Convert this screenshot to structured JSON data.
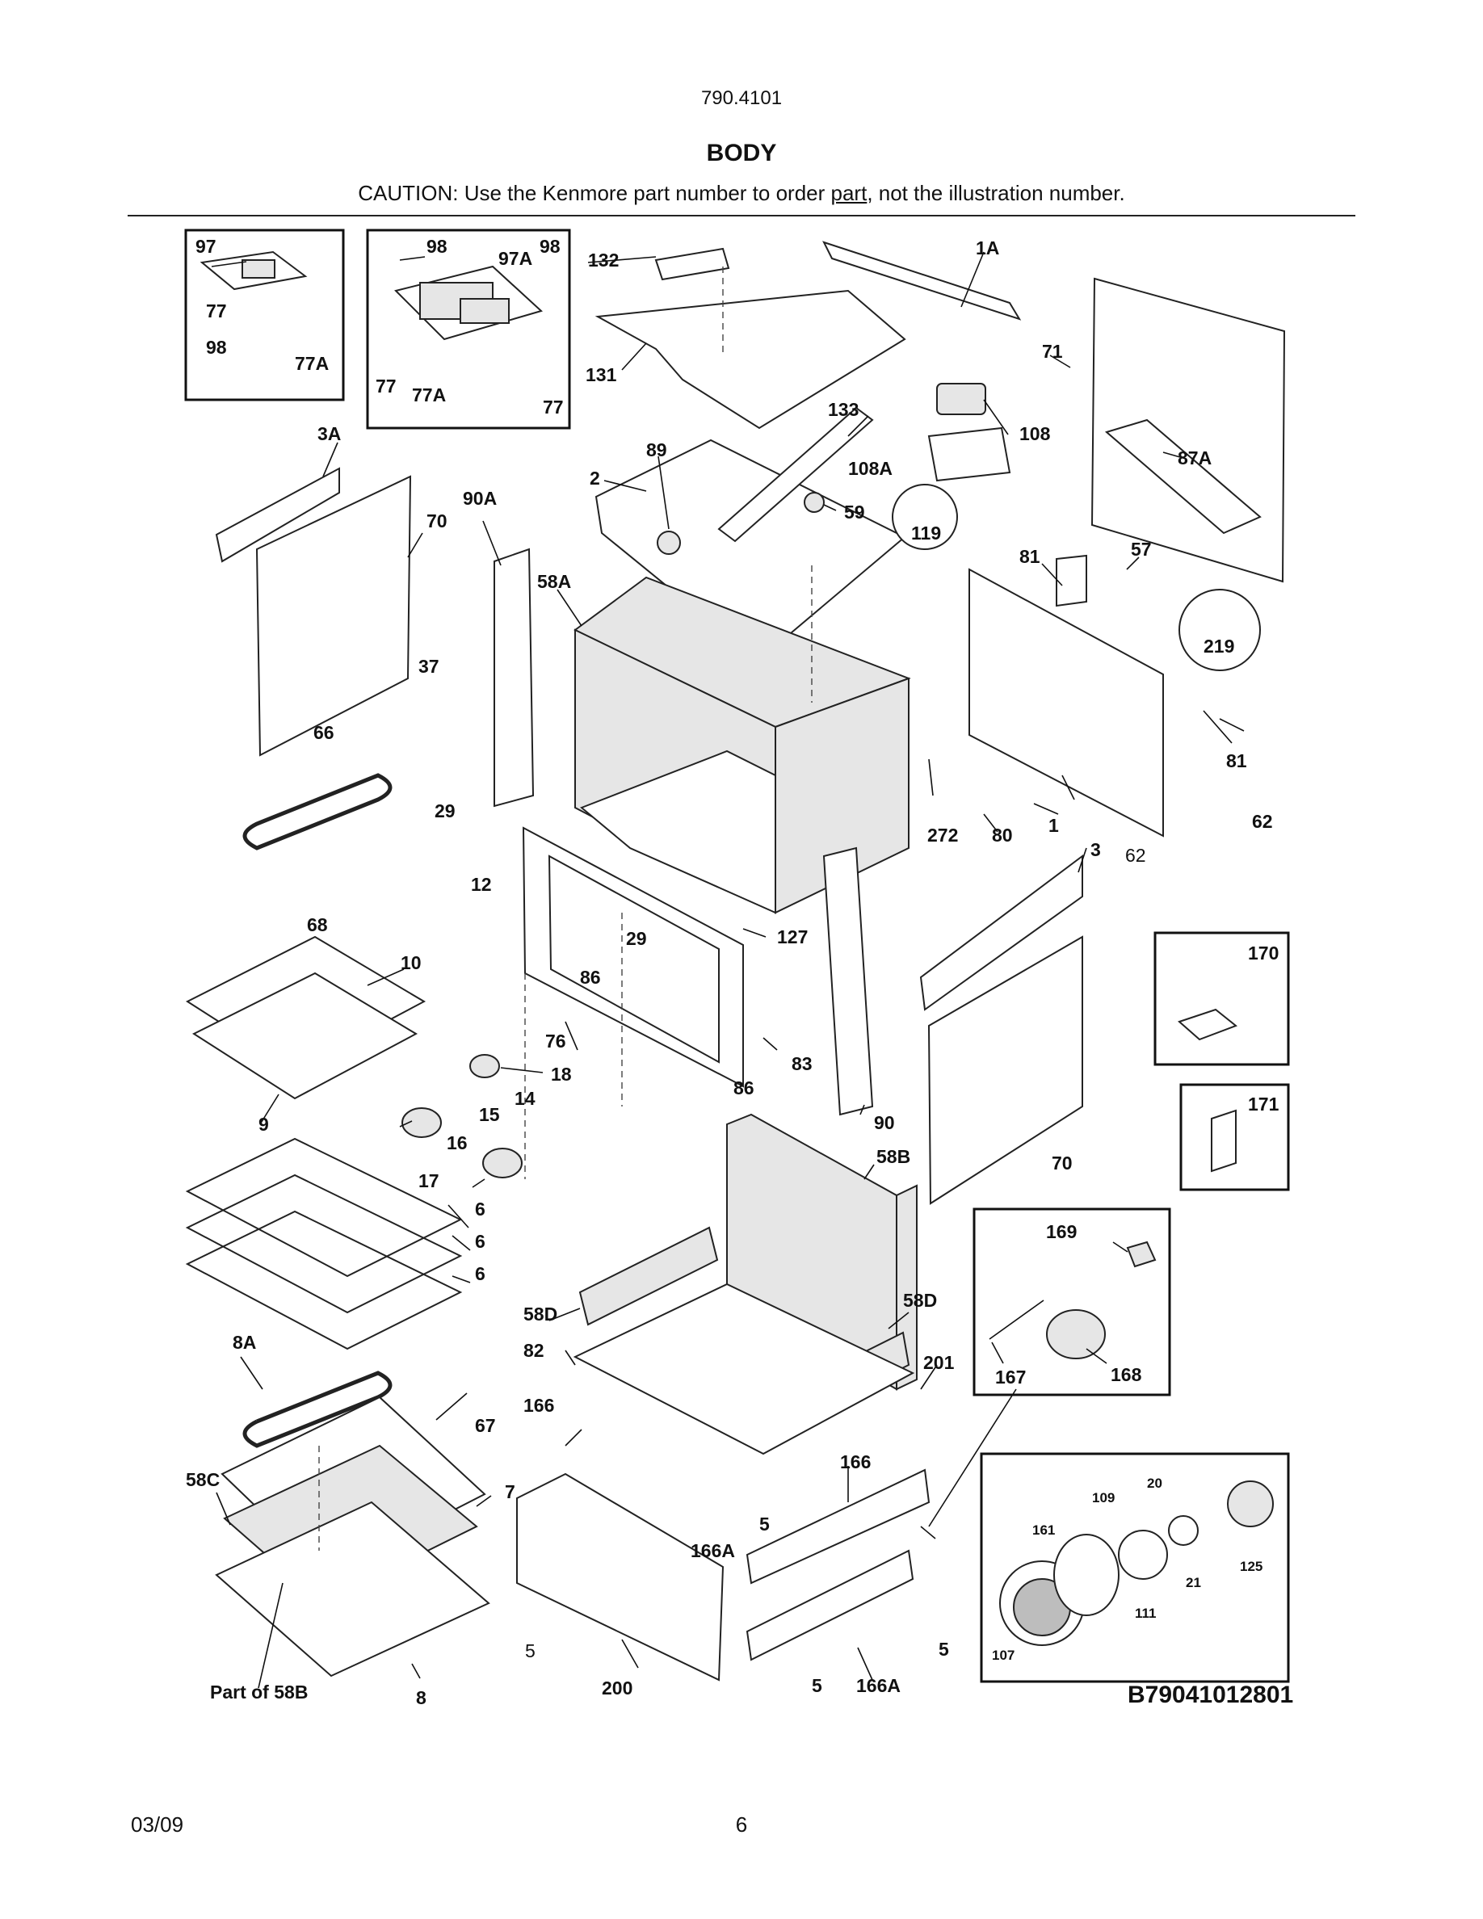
{
  "header": {
    "model": "790.4101",
    "title": "BODY",
    "caution_before": "CAUTION: Use the Kenmore part number to order ",
    "caution_underlined": "part",
    "caution_after": ", not the illustration number."
  },
  "footer": {
    "date": "03/09",
    "page": "6"
  },
  "diagram_code": "B79041012801",
  "callouts": [
    {
      "id": "c97",
      "text": "97"
    },
    {
      "id": "c77",
      "text": "77"
    },
    {
      "id": "c98a",
      "text": "98"
    },
    {
      "id": "c77a1",
      "text": "77A"
    },
    {
      "id": "c98b",
      "text": "98"
    },
    {
      "id": "c97a",
      "text": "97A"
    },
    {
      "id": "c98c",
      "text": "98"
    },
    {
      "id": "c77b",
      "text": "77"
    },
    {
      "id": "c77a2",
      "text": "77A"
    },
    {
      "id": "c77c",
      "text": "77"
    },
    {
      "id": "c132",
      "text": "132"
    },
    {
      "id": "c131",
      "text": "131"
    },
    {
      "id": "c1a",
      "text": "1A"
    },
    {
      "id": "c71",
      "text": "71"
    },
    {
      "id": "c133",
      "text": "133"
    },
    {
      "id": "c108",
      "text": "108"
    },
    {
      "id": "c108a",
      "text": "108A"
    },
    {
      "id": "c87a",
      "text": "87A"
    },
    {
      "id": "c3a",
      "text": "3A"
    },
    {
      "id": "c89",
      "text": "89"
    },
    {
      "id": "c2",
      "text": "2"
    },
    {
      "id": "c59",
      "text": "59"
    },
    {
      "id": "c119",
      "text": "119"
    },
    {
      "id": "c90a",
      "text": "90A"
    },
    {
      "id": "c70a",
      "text": "70"
    },
    {
      "id": "c58a",
      "text": "58A"
    },
    {
      "id": "c81a",
      "text": "81"
    },
    {
      "id": "c57",
      "text": "57"
    },
    {
      "id": "c219",
      "text": "219"
    },
    {
      "id": "c37",
      "text": "37"
    },
    {
      "id": "c66",
      "text": "66"
    },
    {
      "id": "c29a",
      "text": "29"
    },
    {
      "id": "c12",
      "text": "12"
    },
    {
      "id": "c81b",
      "text": "81"
    },
    {
      "id": "c62a",
      "text": "62"
    },
    {
      "id": "c62b",
      "text": "62"
    },
    {
      "id": "c272",
      "text": "272"
    },
    {
      "id": "c80",
      "text": "80"
    },
    {
      "id": "c1",
      "text": "1"
    },
    {
      "id": "c3",
      "text": "3"
    },
    {
      "id": "c68",
      "text": "68"
    },
    {
      "id": "c29b",
      "text": "29"
    },
    {
      "id": "c127",
      "text": "127"
    },
    {
      "id": "c170",
      "text": "170"
    },
    {
      "id": "c10",
      "text": "10"
    },
    {
      "id": "c86a",
      "text": "86"
    },
    {
      "id": "c76",
      "text": "76"
    },
    {
      "id": "c83",
      "text": "83"
    },
    {
      "id": "c18",
      "text": "18"
    },
    {
      "id": "c86b",
      "text": "86"
    },
    {
      "id": "c14",
      "text": "14"
    },
    {
      "id": "c15",
      "text": "15"
    },
    {
      "id": "c9",
      "text": "9"
    },
    {
      "id": "c16",
      "text": "16"
    },
    {
      "id": "c90",
      "text": "90"
    },
    {
      "id": "c171",
      "text": "171"
    },
    {
      "id": "c58b",
      "text": "58B"
    },
    {
      "id": "c70b",
      "text": "70"
    },
    {
      "id": "c17",
      "text": "17"
    },
    {
      "id": "c6a",
      "text": "6"
    },
    {
      "id": "c6b",
      "text": "6"
    },
    {
      "id": "c6c",
      "text": "6"
    },
    {
      "id": "c169",
      "text": "169"
    },
    {
      "id": "c58d1",
      "text": "58D"
    },
    {
      "id": "c58d2",
      "text": "58D"
    },
    {
      "id": "c8a",
      "text": "8A"
    },
    {
      "id": "c82",
      "text": "82"
    },
    {
      "id": "c201",
      "text": "201"
    },
    {
      "id": "c167",
      "text": "167"
    },
    {
      "id": "c168",
      "text": "168"
    },
    {
      "id": "c166a",
      "text": "166"
    },
    {
      "id": "c67",
      "text": "67"
    },
    {
      "id": "c58c",
      "text": "58C"
    },
    {
      "id": "c7",
      "text": "7"
    },
    {
      "id": "c166b",
      "text": "166"
    },
    {
      "id": "c5a",
      "text": "5"
    },
    {
      "id": "c166aa",
      "text": "166A"
    },
    {
      "id": "c5b",
      "text": "5"
    },
    {
      "id": "c5c",
      "text": "5"
    },
    {
      "id": "c5d",
      "text": "5"
    },
    {
      "id": "c166ab",
      "text": "166A"
    },
    {
      "id": "c200",
      "text": "200"
    },
    {
      "id": "c8",
      "text": "8"
    },
    {
      "id": "cpart58b",
      "text": "Part of 58B"
    },
    {
      "id": "c109",
      "text": "109"
    },
    {
      "id": "c20",
      "text": "20"
    },
    {
      "id": "c161",
      "text": "161"
    },
    {
      "id": "c125",
      "text": "125"
    },
    {
      "id": "c21",
      "text": "21"
    },
    {
      "id": "c111",
      "text": "111"
    },
    {
      "id": "c107",
      "text": "107"
    }
  ]
}
